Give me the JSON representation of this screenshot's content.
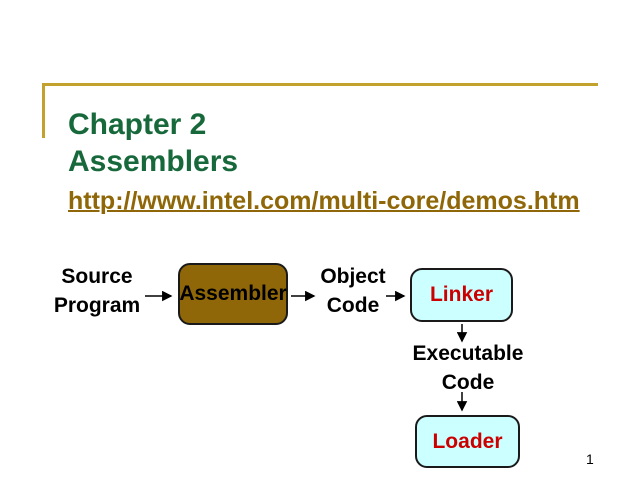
{
  "slide": {
    "title_line1": "Chapter 2",
    "title_line2": "Assemblers",
    "link": "http://www.intel.com/multi-core/demos.htm",
    "page_number": "1"
  },
  "diagram": {
    "source_program": {
      "line1": "Source",
      "line2": "Program"
    },
    "assembler_label": "Assembler",
    "object_code": {
      "line1": "Object",
      "line2": "Code"
    },
    "linker_label": "Linker",
    "executable_code": {
      "line1": "Executable",
      "line2": "Code"
    },
    "loader_label": "Loader"
  },
  "colors": {
    "title_green": "#17683B",
    "link_brown": "#8F6708",
    "accent_gold": "#C2A12C",
    "assembler_box_fill": "#8F6708",
    "io_box_fill": "#CCFFFF",
    "box_text_red": "#CC0000",
    "diagram_text": "#000000",
    "background": "#FFFFFF"
  }
}
